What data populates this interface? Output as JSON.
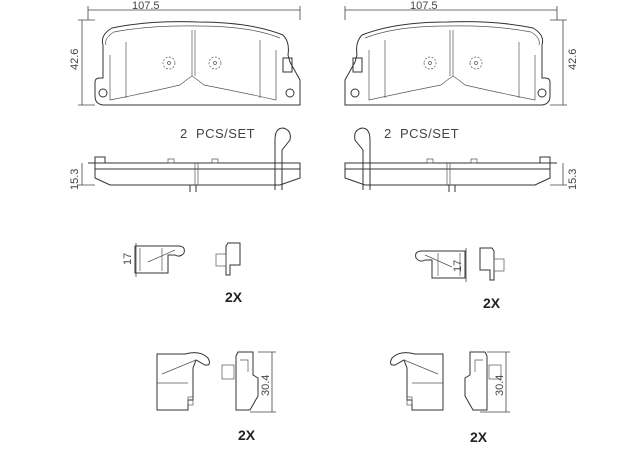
{
  "left_pad": {
    "width_dim": "107.5",
    "height_dim": "42.6",
    "quantity_label": "2  PCS/SET",
    "thickness_dim": "15.3"
  },
  "right_pad": {
    "width_dim": "107.5",
    "height_dim": "42.6",
    "quantity_label": "2  PCS/SET",
    "thickness_dim": "15.3"
  },
  "clips": {
    "upper_left": {
      "dim": "17",
      "qty": "2X"
    },
    "upper_right": {
      "dim": "17",
      "qty": "2X"
    },
    "lower_left": {
      "dim": "30.4",
      "qty": "2X"
    },
    "lower_right": {
      "dim": "30.4",
      "qty": "2X"
    }
  }
}
